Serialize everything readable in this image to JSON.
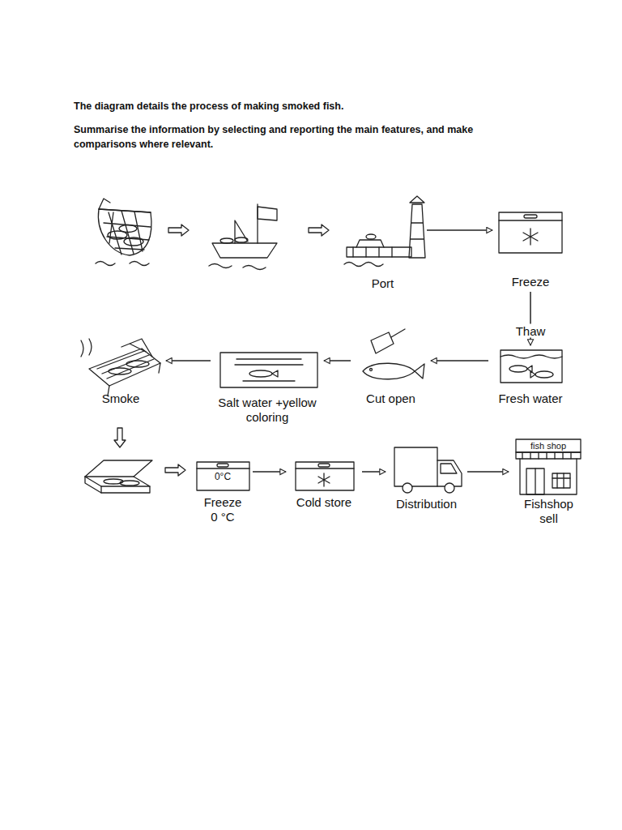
{
  "diagram": {
    "title": "The diagram details the process of making smoked fish.",
    "nodes": [
      {
        "text": [
          "Port"
        ]
      },
      {
        "text": [
          "Freeze"
        ]
      },
      {
        "text": [
          "Fresh water"
        ]
      },
      {
        "text": [
          "Cut open"
        ]
      },
      {
        "text": [
          "Salt water +yellow coloring"
        ]
      },
      {
        "text": [
          "Smoke"
        ]
      },
      {
        "text": [
          "Freeze 0 °C"
        ]
      },
      {
        "text": [
          "Cold store"
        ]
      },
      {
        "text": [
          "Distribution"
        ]
      },
      {
        "text": [
          "Fishshop sell"
        ]
      }
    ],
    "edges": [
      {
        "from": 0,
        "to": 1,
        "arrow": "to"
      },
      {
        "from": 1,
        "to": 2,
        "label": "Thaw",
        "arrow": "to"
      },
      {
        "from": 2,
        "to": 3,
        "arrow": "to"
      },
      {
        "from": 3,
        "to": 4,
        "arrow": "to"
      },
      {
        "from": 4,
        "to": 5,
        "arrow": "to"
      },
      {
        "from": 6,
        "to": 7,
        "arrow": "to"
      },
      {
        "from": 7,
        "to": 8,
        "arrow": "to"
      },
      {
        "from": 8,
        "to": 9,
        "arrow": "to"
      }
    ],
    "labels": [
      "Summarise the information by selecting and reporting the main features, and make comparisons where relevant.",
      "0°C",
      "fish shop"
    ]
  }
}
